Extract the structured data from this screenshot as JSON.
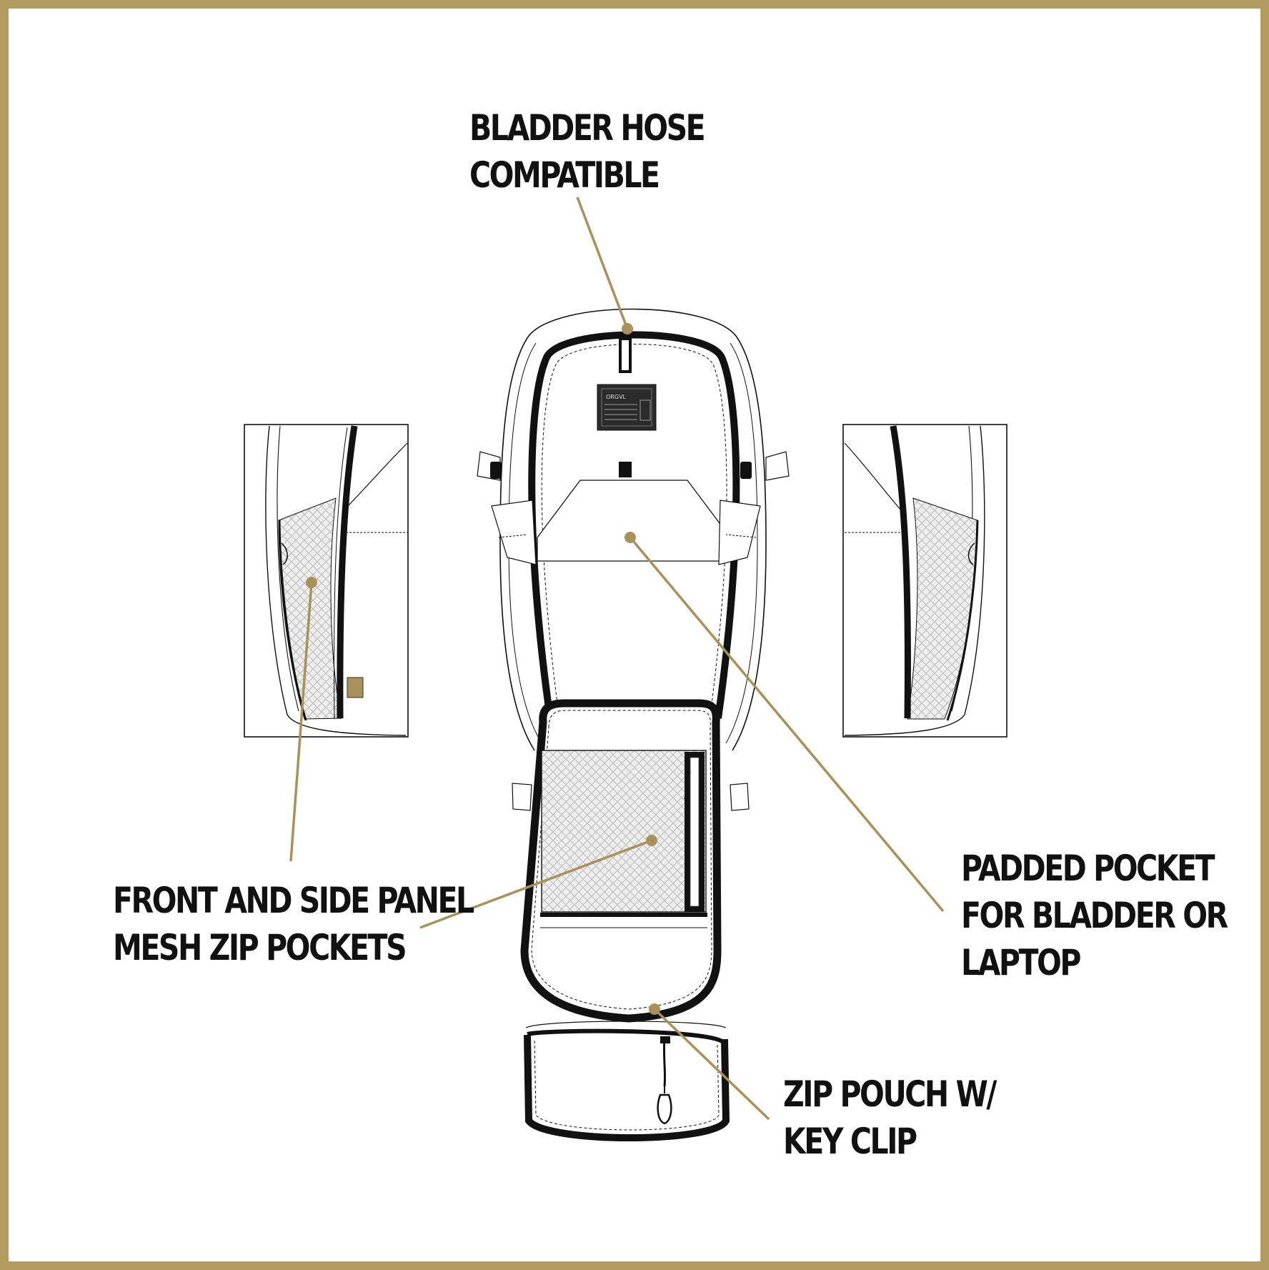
{
  "colors": {
    "frame": "#b19b61",
    "leader": "#a8925a",
    "ink": "#111111",
    "mesh_fill": "#eeeeee"
  },
  "callouts": {
    "hose": [
      "BLADDER HOSE",
      "COMPATIBLE"
    ],
    "mesh": [
      "FRONT AND SIDE PANEL",
      "MESH ZIP POCKETS"
    ],
    "padded": [
      "PADDED POCKET",
      "FOR BLADDER OR",
      "LAPTOP"
    ],
    "pouch": [
      "ZIP POUCH W/",
      "KEY CLIP"
    ]
  },
  "label_patch": {
    "brand": "ORGVL"
  }
}
